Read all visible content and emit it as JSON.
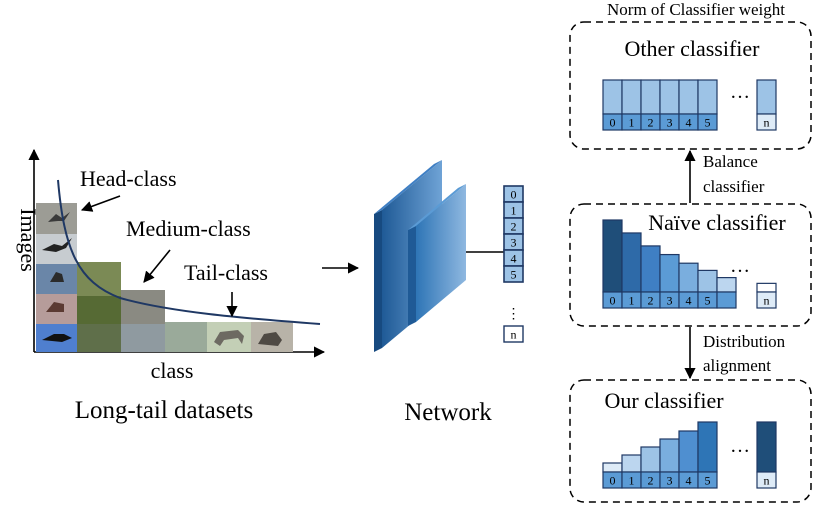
{
  "longtail": {
    "y_axis_label": "Images",
    "x_axis_label": "class",
    "head_label": "Head-class",
    "medium_label": "Medium-class",
    "tail_label": "Tail-class",
    "caption": "Long-tail datasets"
  },
  "network": {
    "caption": "Network",
    "output_cells": [
      "0",
      "1",
      "2",
      "3",
      "4",
      "5"
    ],
    "output_last": "n",
    "ellipsis": "⋮"
  },
  "classifiers": {
    "title": "Norm of Classifier weight",
    "other": {
      "label": "Other classifier",
      "levels": [
        1,
        1,
        1,
        1,
        1,
        1
      ],
      "last_level": 1
    },
    "naive": {
      "label": "Naïve classifier",
      "levels": [
        1,
        0.82,
        0.64,
        0.52,
        0.4,
        0.3,
        0.2
      ],
      "last_level": 0.12
    },
    "ours": {
      "label": "Our classifier",
      "levels": [
        0.18,
        0.34,
        0.5,
        0.66,
        0.82,
        1
      ],
      "last_level": 1
    },
    "cells": [
      "0",
      "1",
      "2",
      "3",
      "4",
      "5"
    ],
    "last_cell": "n",
    "ellipsis": "…",
    "arrow_up_label": [
      "Balance",
      "classifier"
    ],
    "arrow_down_label": [
      "Distribution",
      "alignment"
    ]
  },
  "colors": {
    "light_blue": "#9dc3e6",
    "mid_blue": "#5b9bd5",
    "dark_blue": "#1f4e79",
    "network_blue": "#2e75b6",
    "cell_light": "#deebf7"
  }
}
